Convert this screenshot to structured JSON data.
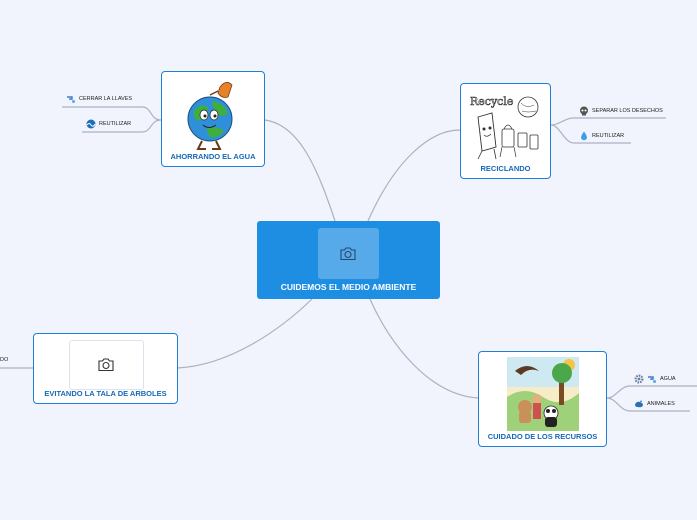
{
  "colors": {
    "background": "#f1f4fc",
    "central": "#1e8ee3",
    "node_border": "#1f7fd6",
    "node_title": "#1669b8",
    "connector": "#a9b1c3"
  },
  "central": {
    "title": "CUIDEMOS EL MEDIO AMBIENTE",
    "icon": "camera-icon"
  },
  "branches": [
    {
      "title": "AHORRANDO EL AGUA",
      "image": "earth-with-watering-can-illustration",
      "leaves": [
        {
          "label": "CERRAR LA LLAVES",
          "icon": "water-tap-icon"
        },
        {
          "label": "REUTILIZAR",
          "icon": "water-wave-icon"
        }
      ]
    },
    {
      "title": "RECICLANDO",
      "image": "recycle-drawing-illustration",
      "leaves": [
        {
          "label": "SEPARAR LOS DESECHOS",
          "icon": "skull-icon"
        },
        {
          "label": "REUTILIZAR",
          "icon": "water-drop-icon"
        }
      ]
    },
    {
      "title": "EVITANDO LA TALA DE ARBOLES",
      "image": "camera-icon",
      "leaves": [
        {
          "label": "DO",
          "icon": ""
        }
      ]
    },
    {
      "title": "CUIDADO DE LOS RECURSOS",
      "image": "animals-drawing-illustration",
      "leaves": [
        {
          "label": "AGUA",
          "icon": "gear-water-icon"
        },
        {
          "label": "ANIMALES",
          "icon": "whale-icon"
        }
      ]
    }
  ]
}
